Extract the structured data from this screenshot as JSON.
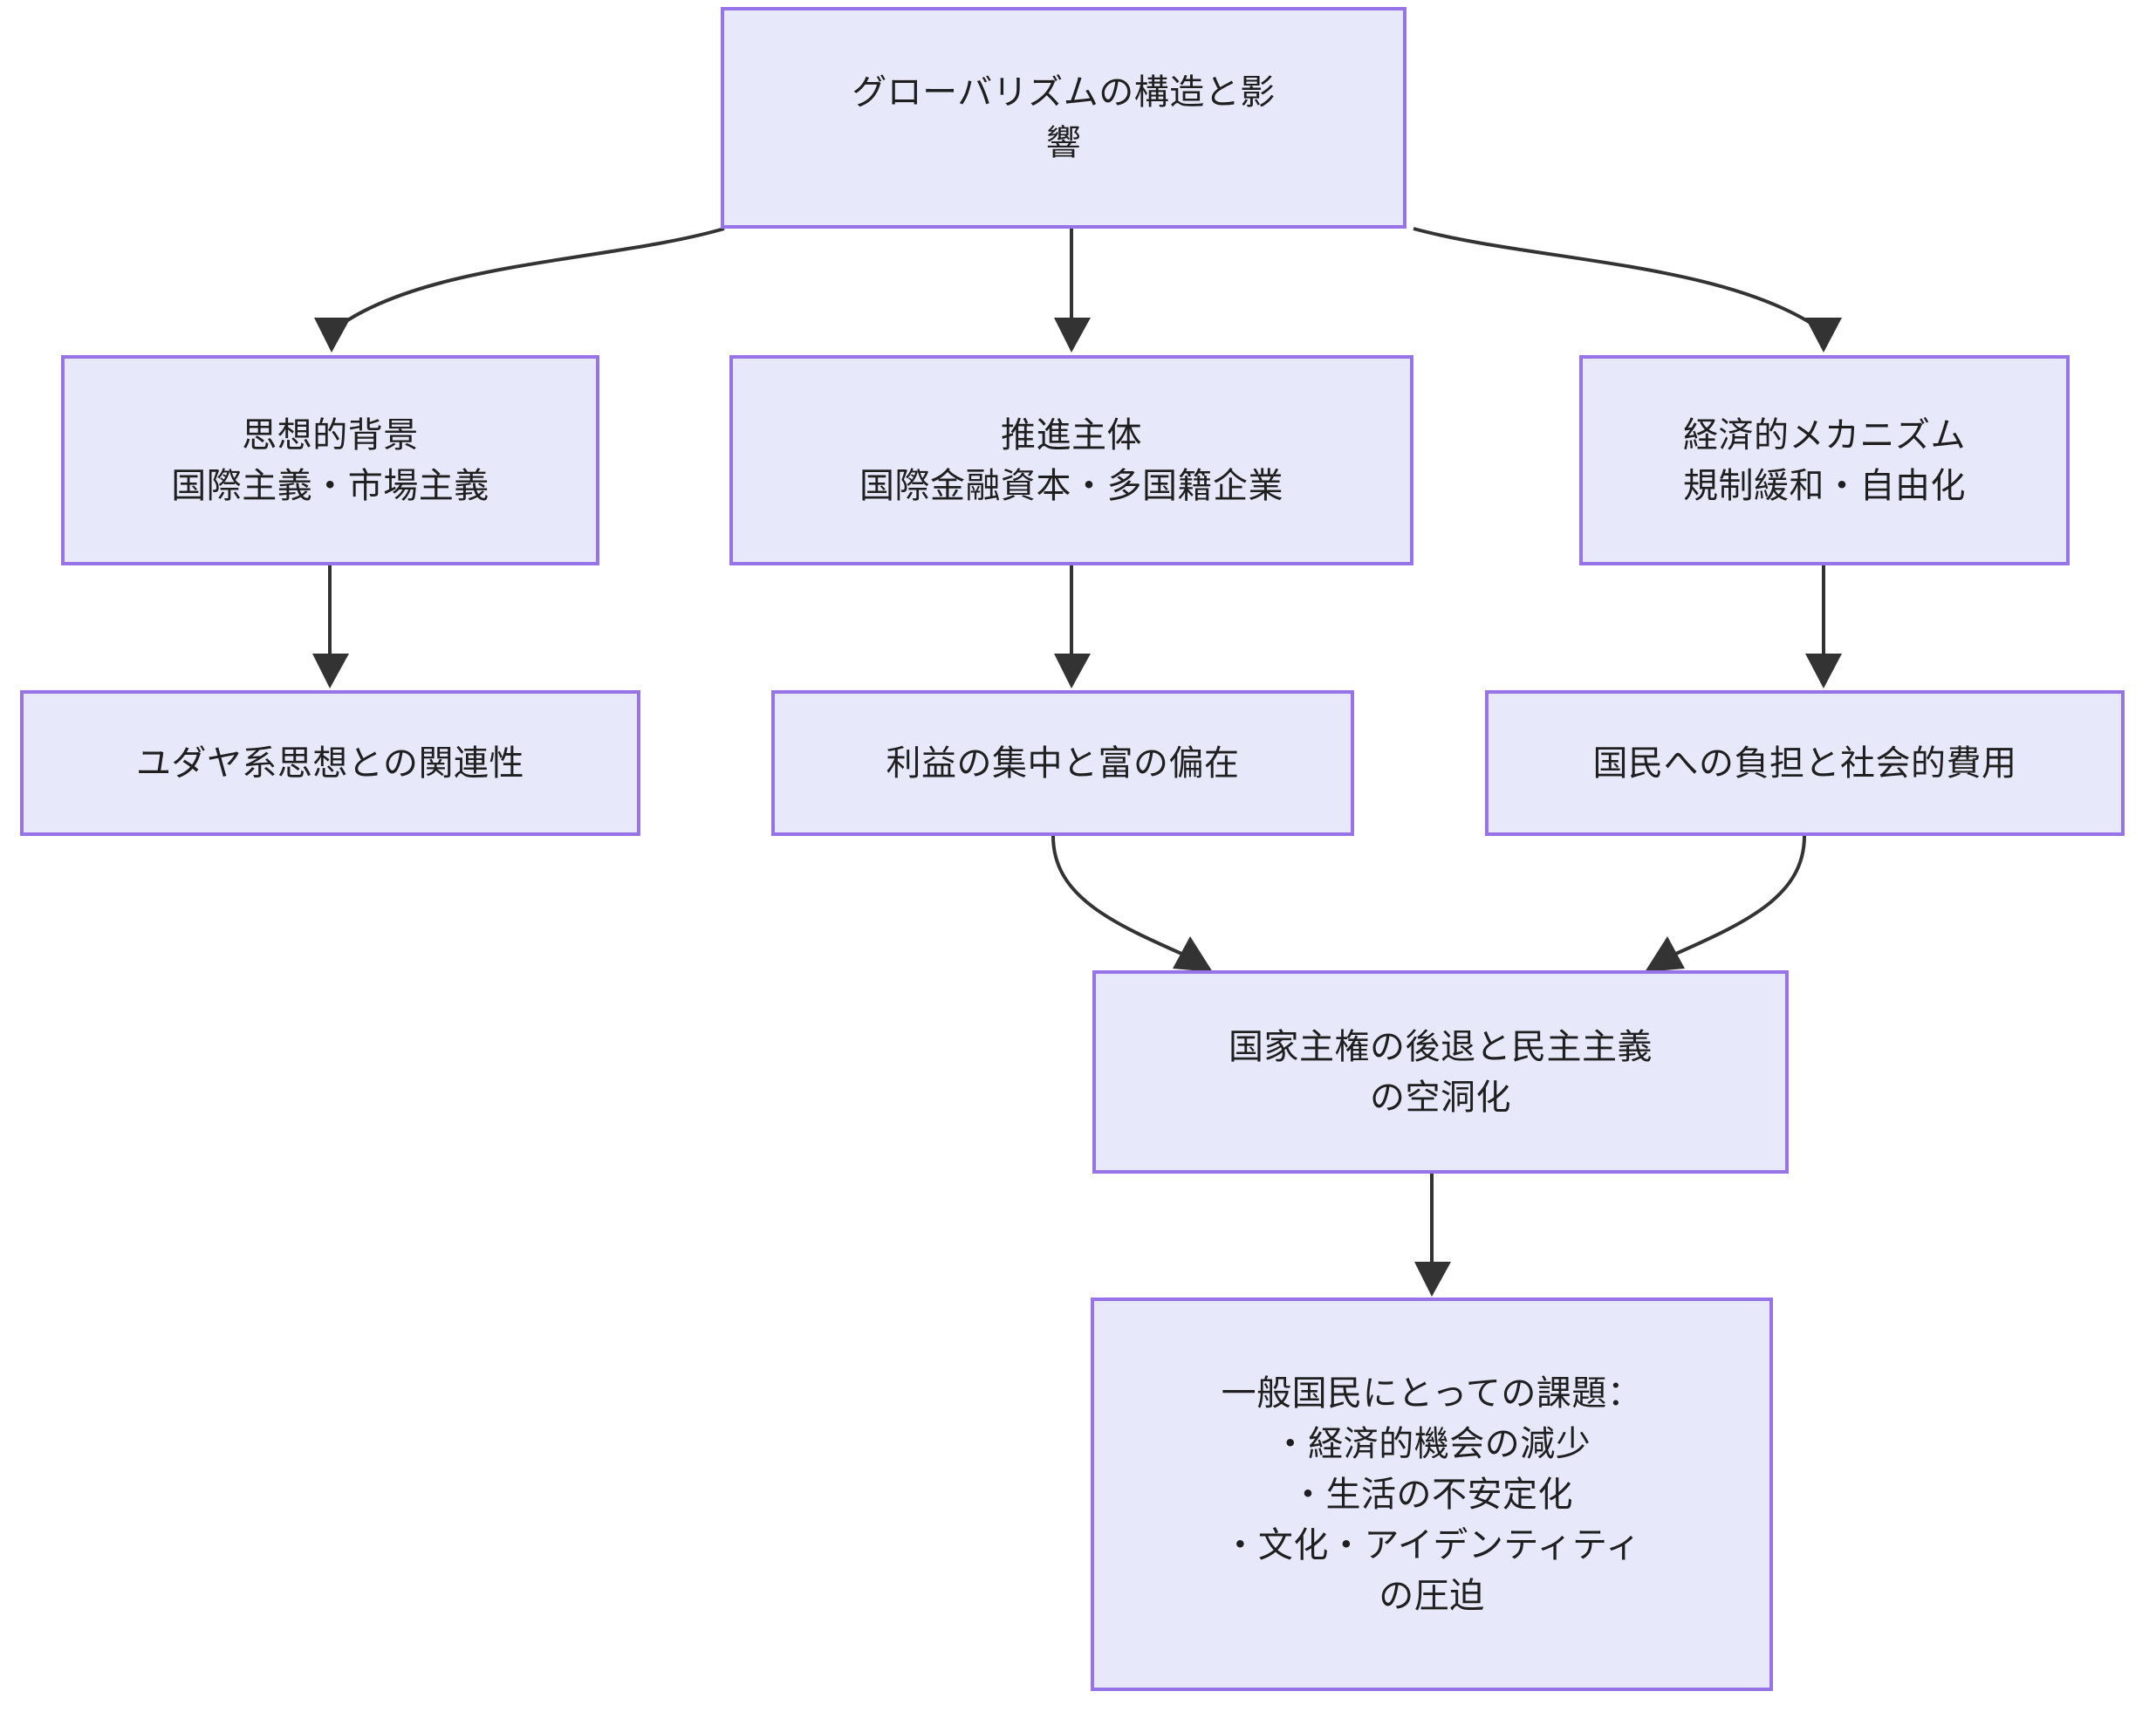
{
  "diagram": {
    "type": "flowchart",
    "direction": "top-down",
    "title_node_id": "root",
    "theme": {
      "node_fill": "#e8e8fb",
      "node_border": "#9673e6",
      "edge_color": "#333333",
      "text_color": "#1f1f1f",
      "background": "#ffffff"
    },
    "nodes": [
      {
        "id": "root",
        "label": "グローバリズムの構造と影\n響",
        "full_text": "グローバリズムの構造と影響"
      },
      {
        "id": "ideology",
        "label": "思想的背景\n国際主義・市場主義",
        "full_text": "思想的背景 国際主義・市場主義"
      },
      {
        "id": "actors",
        "label": "推進主体\n国際金融資本・多国籍企業",
        "full_text": "推進主体 国際金融資本・多国籍企業"
      },
      {
        "id": "mechanism",
        "label": "経済的メカニズム\n規制緩和・自由化",
        "full_text": "経済的メカニズム 規制緩和・自由化"
      },
      {
        "id": "jewish",
        "label": "ユダヤ系思想との関連性",
        "full_text": "ユダヤ系思想との関連性"
      },
      {
        "id": "profit",
        "label": "利益の集中と富の偏在",
        "full_text": "利益の集中と富の偏在"
      },
      {
        "id": "burden",
        "label": "国民への負担と社会的費用",
        "full_text": "国民への負担と社会的費用"
      },
      {
        "id": "sovereignty",
        "label": "国家主権の後退と民主主義\nの空洞化",
        "full_text": "国家主権の後退と民主主義の空洞化"
      },
      {
        "id": "citizens",
        "label": "一般国民にとっての課題：\n・経済的機会の減少\n・生活の不安定化\n・文化・アイデンティティ\nの圧迫",
        "full_text": "一般国民にとっての課題：・経済的機会の減少・生活の不安定化・文化・アイデンティティの圧迫"
      }
    ],
    "edges": [
      {
        "from": "root",
        "to": "ideology"
      },
      {
        "from": "root",
        "to": "actors"
      },
      {
        "from": "root",
        "to": "mechanism"
      },
      {
        "from": "ideology",
        "to": "jewish"
      },
      {
        "from": "actors",
        "to": "profit"
      },
      {
        "from": "mechanism",
        "to": "burden"
      },
      {
        "from": "profit",
        "to": "sovereignty"
      },
      {
        "from": "burden",
        "to": "sovereignty"
      },
      {
        "from": "sovereignty",
        "to": "citizens"
      }
    ]
  }
}
